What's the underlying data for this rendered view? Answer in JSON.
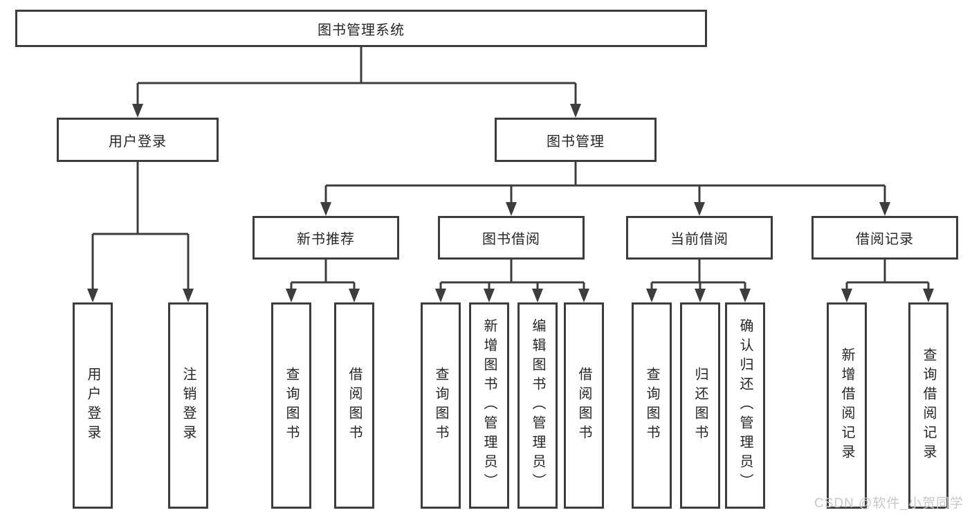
{
  "diagram": {
    "root": {
      "label": "图书管理系统"
    },
    "branches": [
      {
        "label": "用户登录",
        "children": [
          {
            "label": "用户登录"
          },
          {
            "label": "注销登录"
          }
        ]
      },
      {
        "label": "图书管理",
        "children": [
          {
            "label": "新书推荐",
            "children": [
              {
                "label": "查询图书"
              },
              {
                "label": "借阅图书"
              }
            ]
          },
          {
            "label": "图书借阅",
            "children": [
              {
                "label": "查询图书"
              },
              {
                "label": "新增图书（管理员）"
              },
              {
                "label": "编辑图书（管理员）"
              },
              {
                "label": "借阅图书"
              }
            ]
          },
          {
            "label": "当前借阅",
            "children": [
              {
                "label": "查询图书"
              },
              {
                "label": "归还图书"
              },
              {
                "label": "确认归还（管理员）"
              }
            ]
          },
          {
            "label": "借阅记录",
            "children": [
              {
                "label": "新增借阅记录"
              },
              {
                "label": "查询借阅记录"
              }
            ]
          }
        ]
      }
    ]
  },
  "watermark": {
    "text": "CSDN @软件_小贺同学"
  },
  "colors": {
    "line": "#3d3d3d",
    "text": "#262626",
    "watermark": "#c8c8c8",
    "background": "#ffffff"
  }
}
